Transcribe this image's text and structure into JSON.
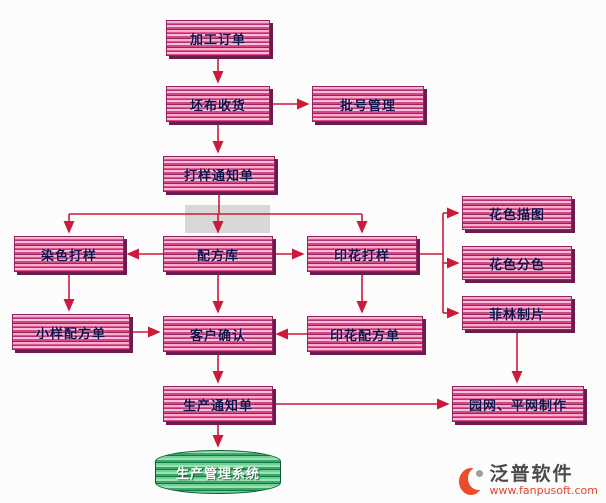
{
  "nodes": {
    "processing_order": "加工订单",
    "fabric_receiving": "坯布收货",
    "batch_management": "批号管理",
    "proofing_notice": "打样通知单",
    "dyeing_proof": "染色打样",
    "formula_library": "配方库",
    "printing_proof": "印花打样",
    "pattern_tracing": "花色描图",
    "color_separation": "花色分色",
    "film_production": "菲林制片",
    "sample_formula_sheet": "小样配方单",
    "customer_confirmation": "客户确认",
    "printing_formula_sheet": "印花配方单",
    "production_notice": "生产通知单",
    "screen_making": "园网、平网制作",
    "production_system": "生产管理系统"
  },
  "colors": {
    "arrow": "#cc1a3c",
    "node_stripe_dark": "#93255f",
    "node_stripe_light": "#f2c3d6",
    "node_text": "#10104a",
    "cylinder_green": "#0f7a41",
    "logo_red": "#e8432c"
  },
  "logo": {
    "brand": "泛普软件",
    "website": "www.fanpusoft.com"
  }
}
